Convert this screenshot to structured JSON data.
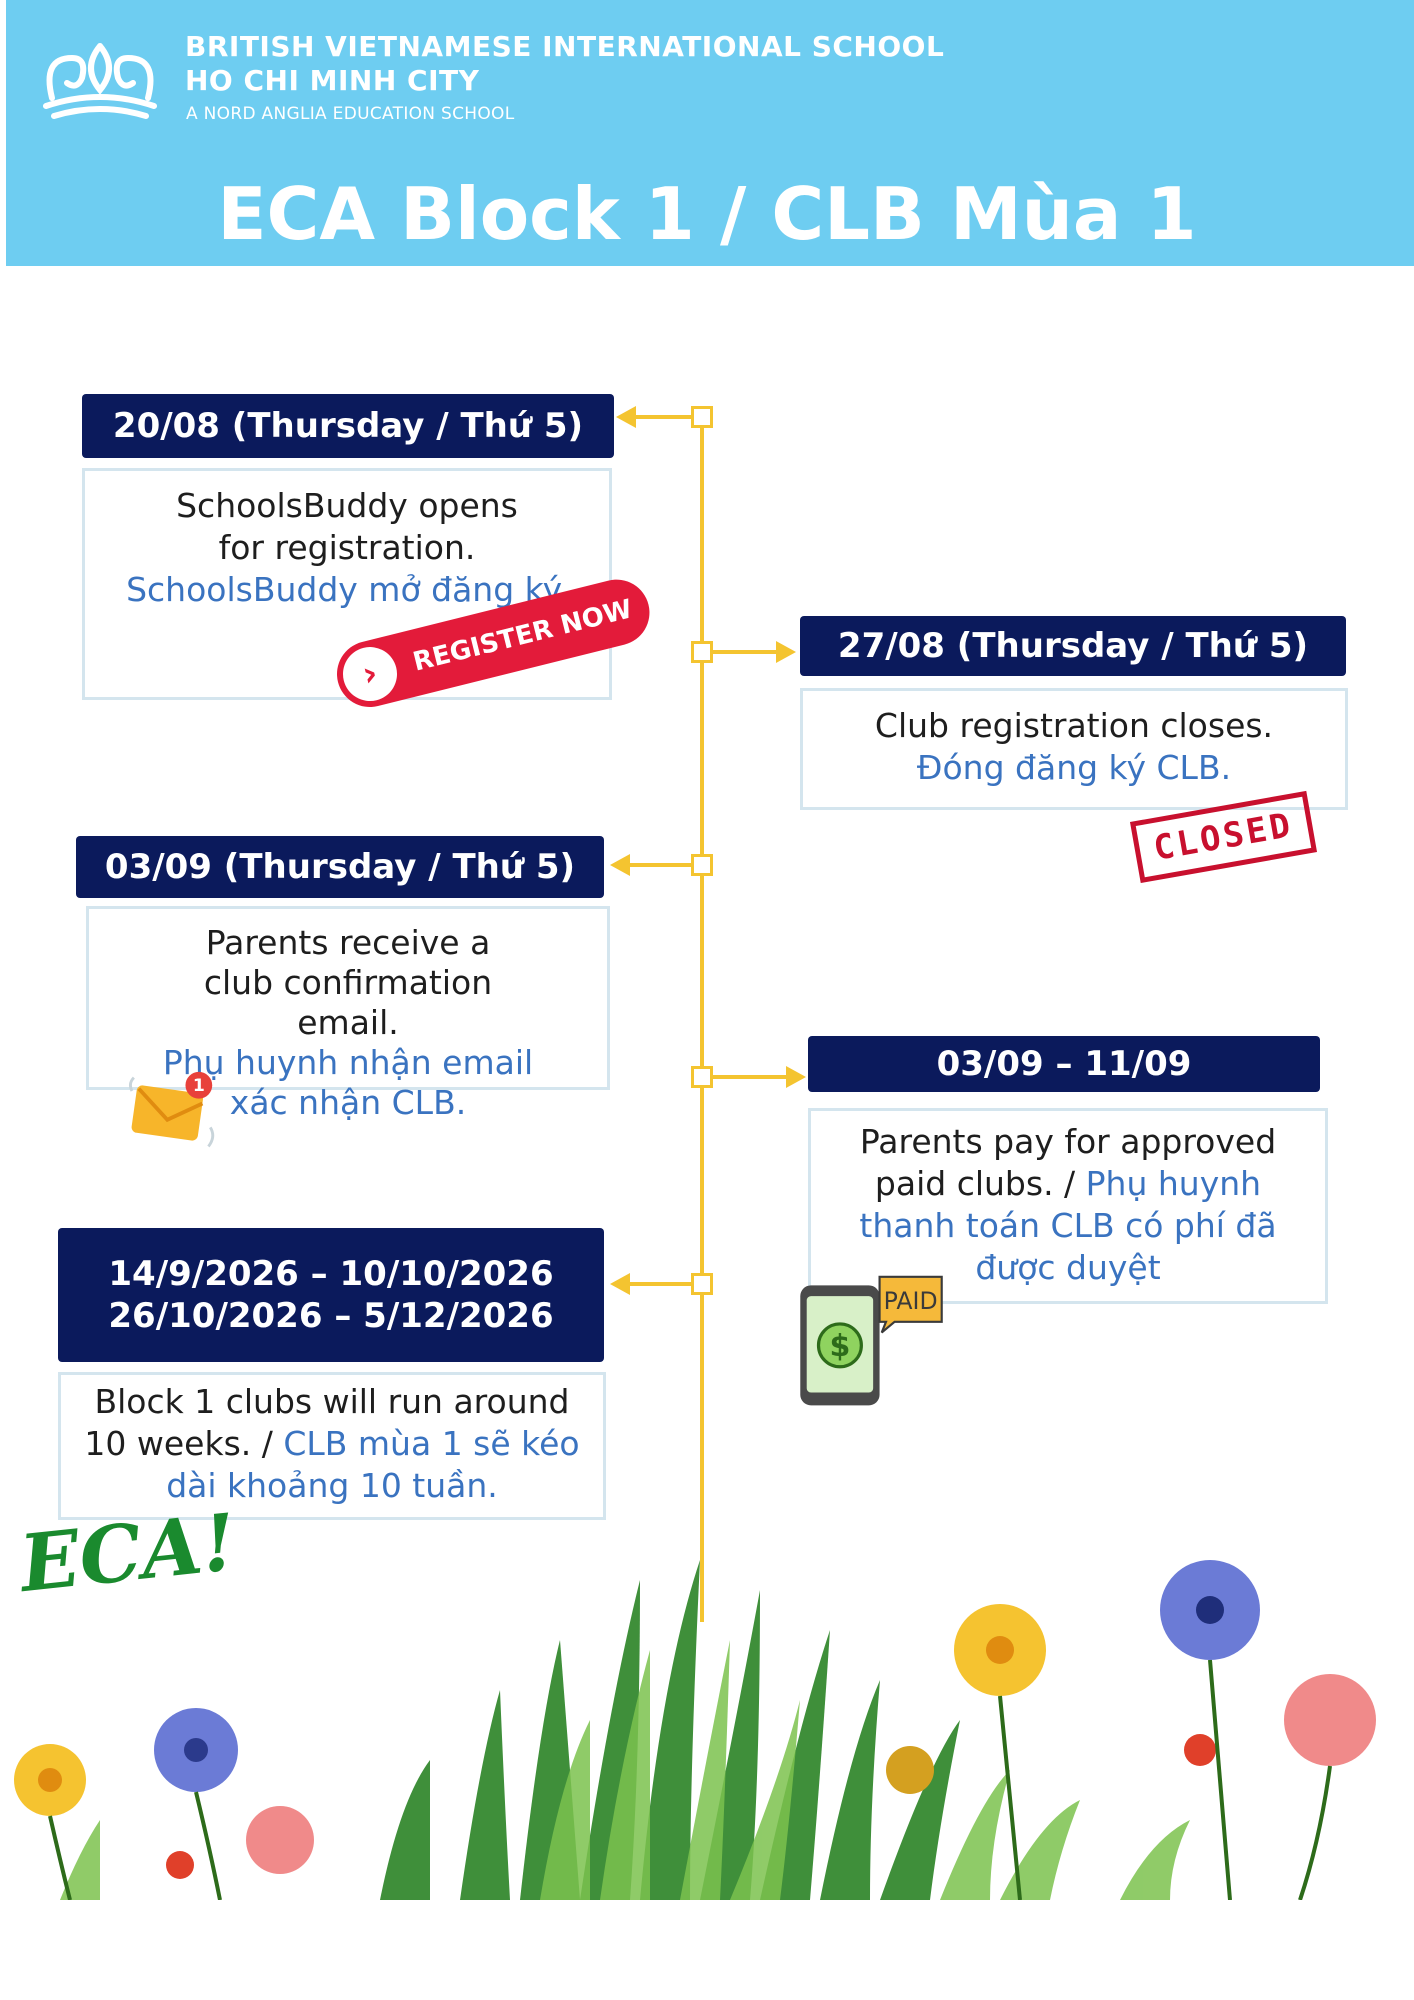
{
  "header": {
    "school_line1": "BRITISH VIETNAMESE INTERNATIONAL SCHOOL",
    "school_line2": "HO CHI MINH CITY",
    "school_sub": "A NORD ANGLIA EDUCATION SCHOOL",
    "title": "ECA Block 1 / CLB Mùa 1"
  },
  "timeline": [
    {
      "date": "20/08 (Thursday / Thứ 5)",
      "en": "SchoolsBuddy opens for registration.",
      "vi": "SchoolsBuddy mở đăng ký."
    },
    {
      "date": "27/08 (Thursday / Thứ 5)",
      "en": "Club registration closes.",
      "vi": "Đóng đăng ký CLB."
    },
    {
      "date": "03/09 (Thursday / Thứ 5)",
      "en": "Parents receive a club confirmation email.",
      "vi": "Phụ huynh nhận email xác nhận CLB."
    },
    {
      "date": "03/09 – 11/09",
      "en": "Parents pay for approved paid clubs. / ",
      "vi": "Phụ huynh thanh toán CLB có phí đã được duyệt"
    },
    {
      "date_line1": "14/9/2026 – 10/10/2026",
      "date_line2": "26/10/2026 – 5/12/2026",
      "en": "Block 1 clubs will run around 10 weeks. / ",
      "vi": "CLB mùa 1 sẽ kéo dài khoảng 10 tuần."
    }
  ],
  "stickers": {
    "register": "REGISTER NOW",
    "closed": "CLOSED",
    "paid": "PAID",
    "mail_badge": "1",
    "eca": "ECA!"
  },
  "colors": {
    "header_bg": "#6ecdf1",
    "date_bg": "#0b1a5c",
    "timeline": "#f4c430",
    "vietnamese_text": "#3a73c0"
  }
}
